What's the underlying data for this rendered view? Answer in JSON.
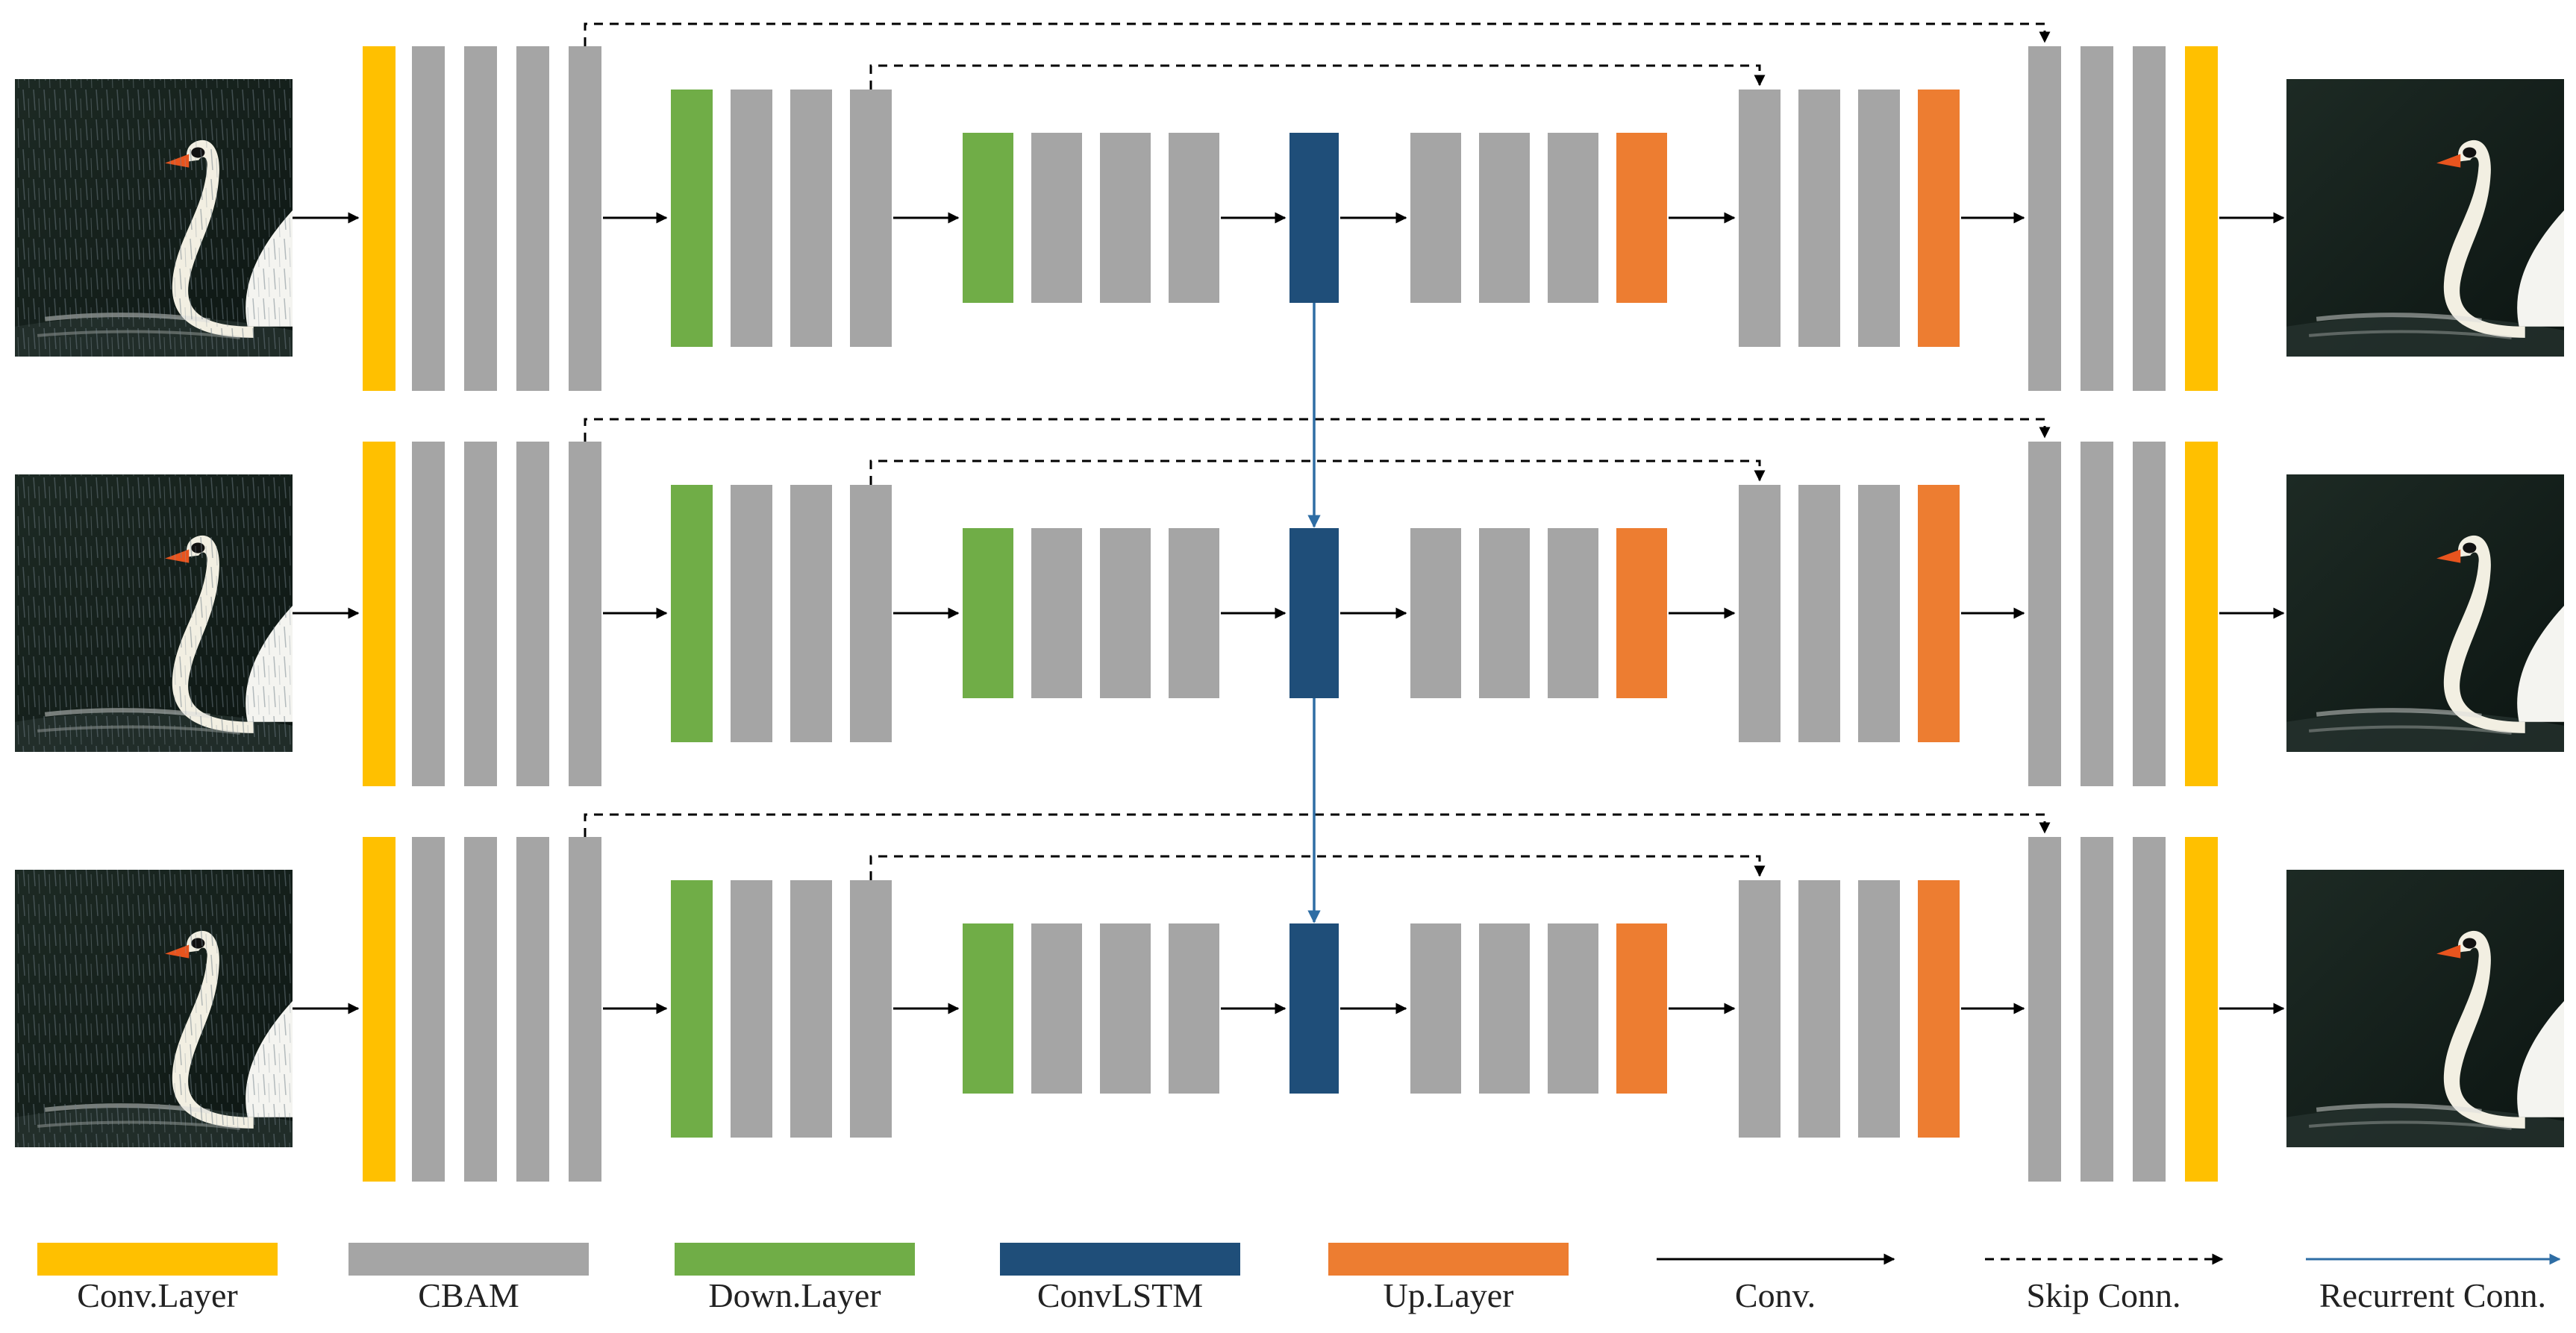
{
  "colors": {
    "conv_layer": "#FFC000",
    "cbam": "#A5A5A5",
    "down_layer": "#70AD47",
    "convlstm": "#1F4E79",
    "up_layer": "#ED7D31",
    "conv_arrow": "#000000",
    "skip_arrow": "#000000",
    "recurrent_arrow": "#2E6DA4"
  },
  "rows": [
    {
      "input": "rainy swan image (input frame 1)",
      "output": "derained swan image (output frame 1)"
    },
    {
      "input": "rainy swan image (input frame 2)",
      "output": "derained swan image (output frame 2)"
    },
    {
      "input": "rainy swan image (input frame 3)",
      "output": "derained swan image (output frame 3)"
    }
  ],
  "legend": {
    "conv_layer": "Conv.Layer",
    "cbam": "CBAM",
    "down_layer": "Down.Layer",
    "convlstm": "ConvLSTM",
    "up_layer": "Up.Layer",
    "conv": "Conv.",
    "skip": "Skip Conn.",
    "recurrent": "Recurrent Conn."
  }
}
